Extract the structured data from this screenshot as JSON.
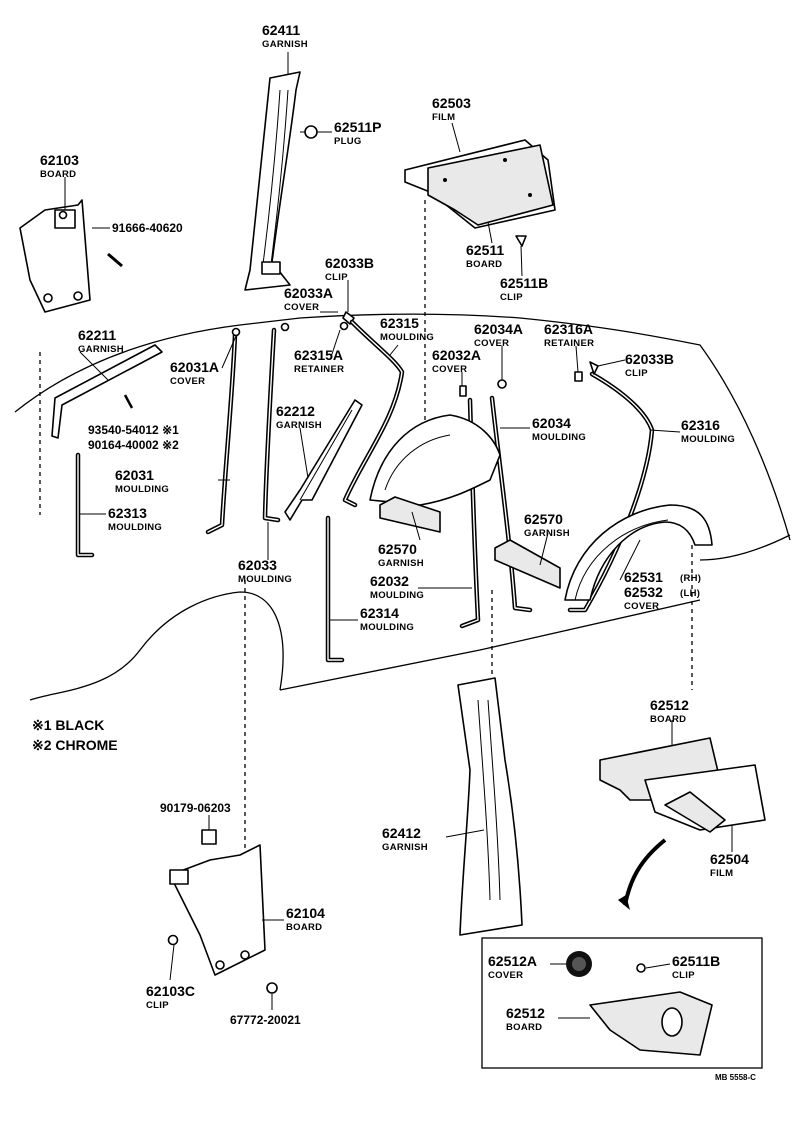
{
  "labels": [
    {
      "id": "l62411",
      "num": "62411",
      "name": "GARNISH"
    },
    {
      "id": "l62511p",
      "num": "62511P",
      "name": "PLUG"
    },
    {
      "id": "l62503",
      "num": "62503",
      "name": "FILM"
    },
    {
      "id": "l62103",
      "num": "62103",
      "name": "BOARD"
    },
    {
      "id": "l91666",
      "num": "91666-40620",
      "name": ""
    },
    {
      "id": "l62511",
      "num": "62511",
      "name": "BOARD"
    },
    {
      "id": "l62511b_top",
      "num": "62511B",
      "name": "CLIP"
    },
    {
      "id": "l62033b_a",
      "num": "62033B",
      "name": "CLIP"
    },
    {
      "id": "l62033a",
      "num": "62033A",
      "name": "COVER"
    },
    {
      "id": "l62211",
      "num": "62211",
      "name": "GARNISH"
    },
    {
      "id": "l62031a",
      "num": "62031A",
      "name": "COVER"
    },
    {
      "id": "l62315",
      "num": "62315",
      "name": "MOULDING"
    },
    {
      "id": "l62034a",
      "num": "62034A",
      "name": "COVER"
    },
    {
      "id": "l62316a",
      "num": "62316A",
      "name": "RETAINER"
    },
    {
      "id": "l62315a",
      "num": "62315A",
      "name": "RETAINER"
    },
    {
      "id": "l62032a",
      "num": "62032A",
      "name": "COVER"
    },
    {
      "id": "l62033b_b",
      "num": "62033B",
      "name": "CLIP"
    },
    {
      "id": "l62212",
      "num": "62212",
      "name": "GARNISH"
    },
    {
      "id": "l62034",
      "num": "62034",
      "name": "MOULDING"
    },
    {
      "id": "l62316",
      "num": "62316",
      "name": "MOULDING"
    },
    {
      "id": "l62031",
      "num": "62031",
      "name": "MOULDING"
    },
    {
      "id": "l62313",
      "num": "62313",
      "name": "MOULDING"
    },
    {
      "id": "l62570_a",
      "num": "62570",
      "name": "GARNISH"
    },
    {
      "id": "l62570_b",
      "num": "62570",
      "name": "GARNISH"
    },
    {
      "id": "l62033",
      "num": "62033",
      "name": "MOULDING"
    },
    {
      "id": "l62032",
      "num": "62032",
      "name": "MOULDING"
    },
    {
      "id": "l62314",
      "num": "62314",
      "name": "MOULDING"
    },
    {
      "id": "l62512_a",
      "num": "62512",
      "name": "BOARD"
    },
    {
      "id": "l62412",
      "num": "62412",
      "name": "GARNISH"
    },
    {
      "id": "l62504",
      "num": "62504",
      "name": "FILM"
    },
    {
      "id": "l62104",
      "num": "62104",
      "name": "BOARD"
    },
    {
      "id": "l62103c",
      "num": "62103C",
      "name": "CLIP"
    },
    {
      "id": "l67772",
      "num": "67772-20021",
      "name": ""
    },
    {
      "id": "l90179",
      "num": "90179-06203",
      "name": ""
    },
    {
      "id": "l62512a",
      "num": "62512A",
      "name": "COVER"
    },
    {
      "id": "l62511b_b",
      "num": "62511B",
      "name": "CLIP"
    },
    {
      "id": "l62512_b",
      "num": "62512",
      "name": "BOARD"
    }
  ],
  "screws": {
    "s1": "93540-54012 ※1",
    "s2": "90164-40002 ※2"
  },
  "cover_pair": {
    "num_rh": "62531",
    "num_lh": "62532",
    "name": "COVER",
    "rh": "(RH)",
    "lh": "(LH)"
  },
  "legend": {
    "line1": "※1 BLACK",
    "line2": "※2 CHROME"
  },
  "ref_code": "MB 5558-C"
}
